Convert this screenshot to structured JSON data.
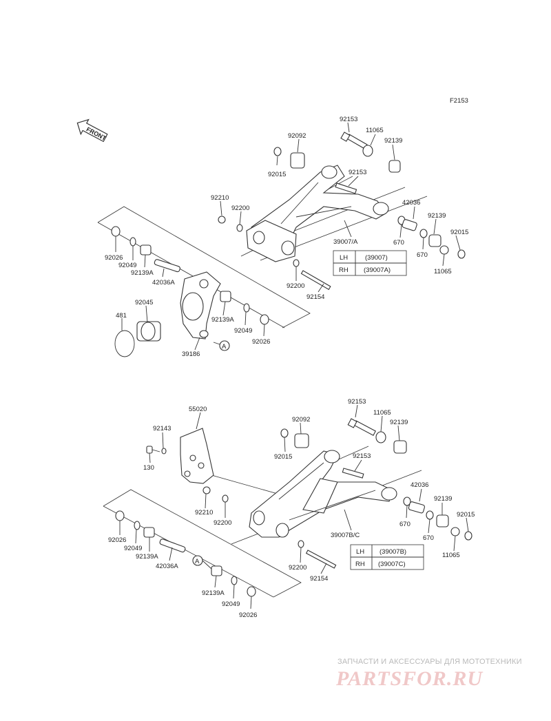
{
  "figure_code": "F2153",
  "front_label": "FRONT",
  "callout_marker": "A",
  "top_assembly": {
    "labels": {
      "p92153a": "92153",
      "p11065a": "11065",
      "p92139a": "92139",
      "p92092": "92092",
      "p92015a": "92015",
      "p92153b": "92153",
      "p92210": "92210",
      "p92200a": "92200",
      "p42036": "42036",
      "p92139b": "92139",
      "p92015b": "92015",
      "p39007": "39007/A",
      "p670a": "670",
      "p670b": "670",
      "p11065b": "11065",
      "p92026a": "92026",
      "p92049a": "92049",
      "p92139Aa": "92139A",
      "p42036A": "42036A",
      "p92200b": "92200",
      "p92154": "92154",
      "p92045": "92045",
      "p481": "481",
      "p92139Ab": "92139A",
      "p92049b": "92049",
      "p92026b": "92026",
      "p39186": "39186"
    },
    "table": [
      {
        "side": "LH",
        "part": "(39007)"
      },
      {
        "side": "RH",
        "part": "(39007A)"
      }
    ]
  },
  "bottom_assembly": {
    "labels": {
      "p92153a": "92153",
      "p55020": "55020",
      "p11065a": "11065",
      "p92092": "92092",
      "p92139a": "92139",
      "p92143": "92143",
      "p130": "130",
      "p92015a": "92015",
      "p92153b": "92153",
      "p42036": "42036",
      "p92139b": "92139",
      "p92015b": "92015",
      "p92210": "92210",
      "p92200a": "92200",
      "p670a": "670",
      "p670b": "670",
      "p39007": "39007B/C",
      "p11065b": "11065",
      "p92026a": "92026",
      "p92049a": "92049",
      "p92139Aa": "92139A",
      "p42036A": "42036A",
      "p92200b": "92200",
      "p92154": "92154",
      "p92139Ab": "92139A",
      "p92049b": "92049",
      "p92026b": "92026"
    },
    "table": [
      {
        "side": "LH",
        "part": "(39007B)"
      },
      {
        "side": "RH",
        "part": "(39007C)"
      }
    ]
  },
  "watermark": {
    "tagline": "ЗАПЧАСТИ И АКСЕССУАРЫ ДЛЯ МОТОТЕХНИКИ",
    "brand": "PARTSFOR.RU"
  }
}
